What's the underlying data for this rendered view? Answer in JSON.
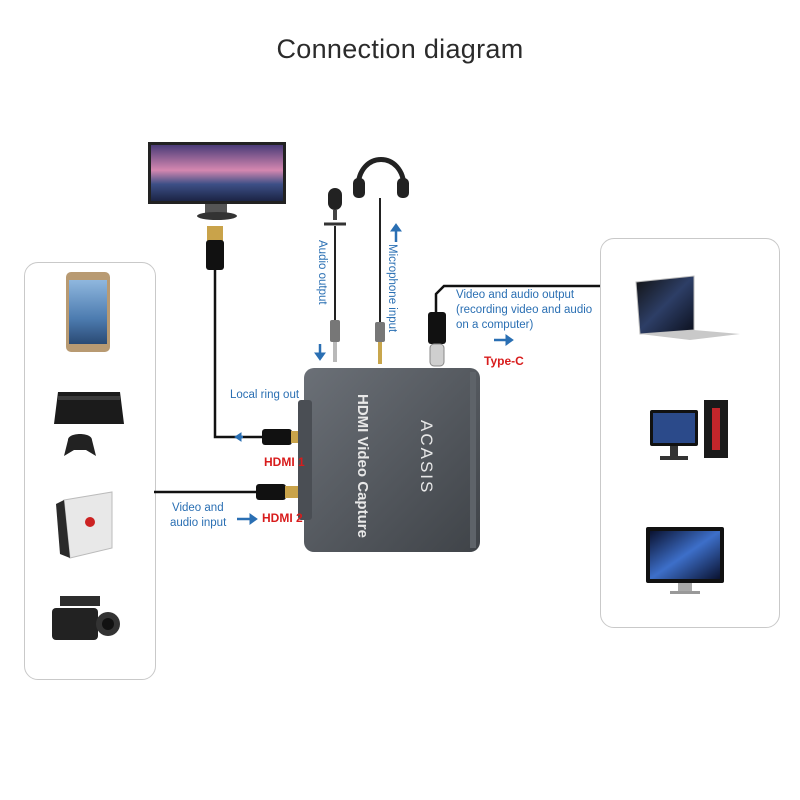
{
  "title": "Connection diagram",
  "device": {
    "brand": "ACASIS",
    "product": "HDMI Video Capture"
  },
  "labels": {
    "local_ring_out": "Local ring out",
    "hdmi1": "HDMI 1",
    "hdmi2": "HDMI 2",
    "video_audio_input_l1": "Video and",
    "video_audio_input_l2": "audio input",
    "audio_output": "Audio output",
    "microphone_input": "Microphone input",
    "output_l1": "Video and audio output",
    "output_l2": "(recording video and audio",
    "output_l3": "on a computer)",
    "type_c": "Type-C"
  },
  "source_devices": [
    "smartphone-icon",
    "game-console-icon",
    "tv-box-icon",
    "camcorder-icon"
  ],
  "target_devices": [
    "laptop-icon",
    "desktop-pc-icon",
    "all-in-one-pc-icon"
  ],
  "colors": {
    "accent_blue": "#2a6fb3",
    "label_red": "#d81c1c",
    "device_body": "#555a60"
  }
}
